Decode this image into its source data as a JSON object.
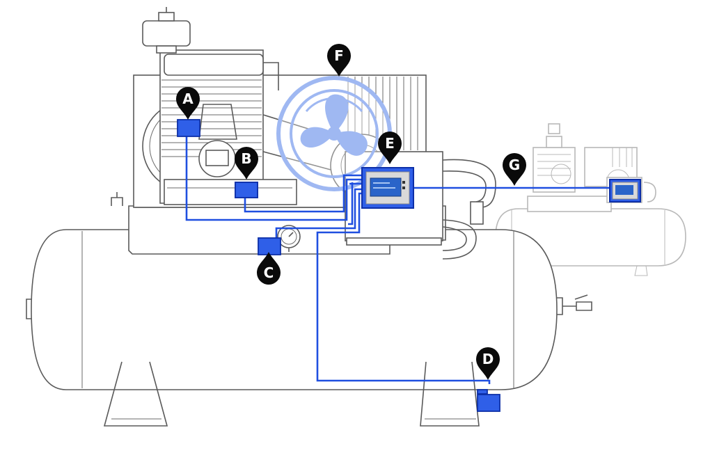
{
  "markers": [
    {
      "id": "A",
      "label": "A"
    },
    {
      "id": "B",
      "label": "B"
    },
    {
      "id": "C",
      "label": "C"
    },
    {
      "id": "D",
      "label": "D"
    },
    {
      "id": "E",
      "label": "E"
    },
    {
      "id": "F",
      "label": "F"
    },
    {
      "id": "G",
      "label": "G"
    }
  ],
  "colors": {
    "wire": "#1f4fe0",
    "sensor": "#2f5fe8",
    "marker": "#0a0a0a",
    "fan": "#9fb8f2",
    "outline": "#5a5a5a"
  },
  "icons": {
    "fan": "fan-icon",
    "gauge": "pressure-gauge-icon",
    "controller": "controller-display-icon"
  }
}
